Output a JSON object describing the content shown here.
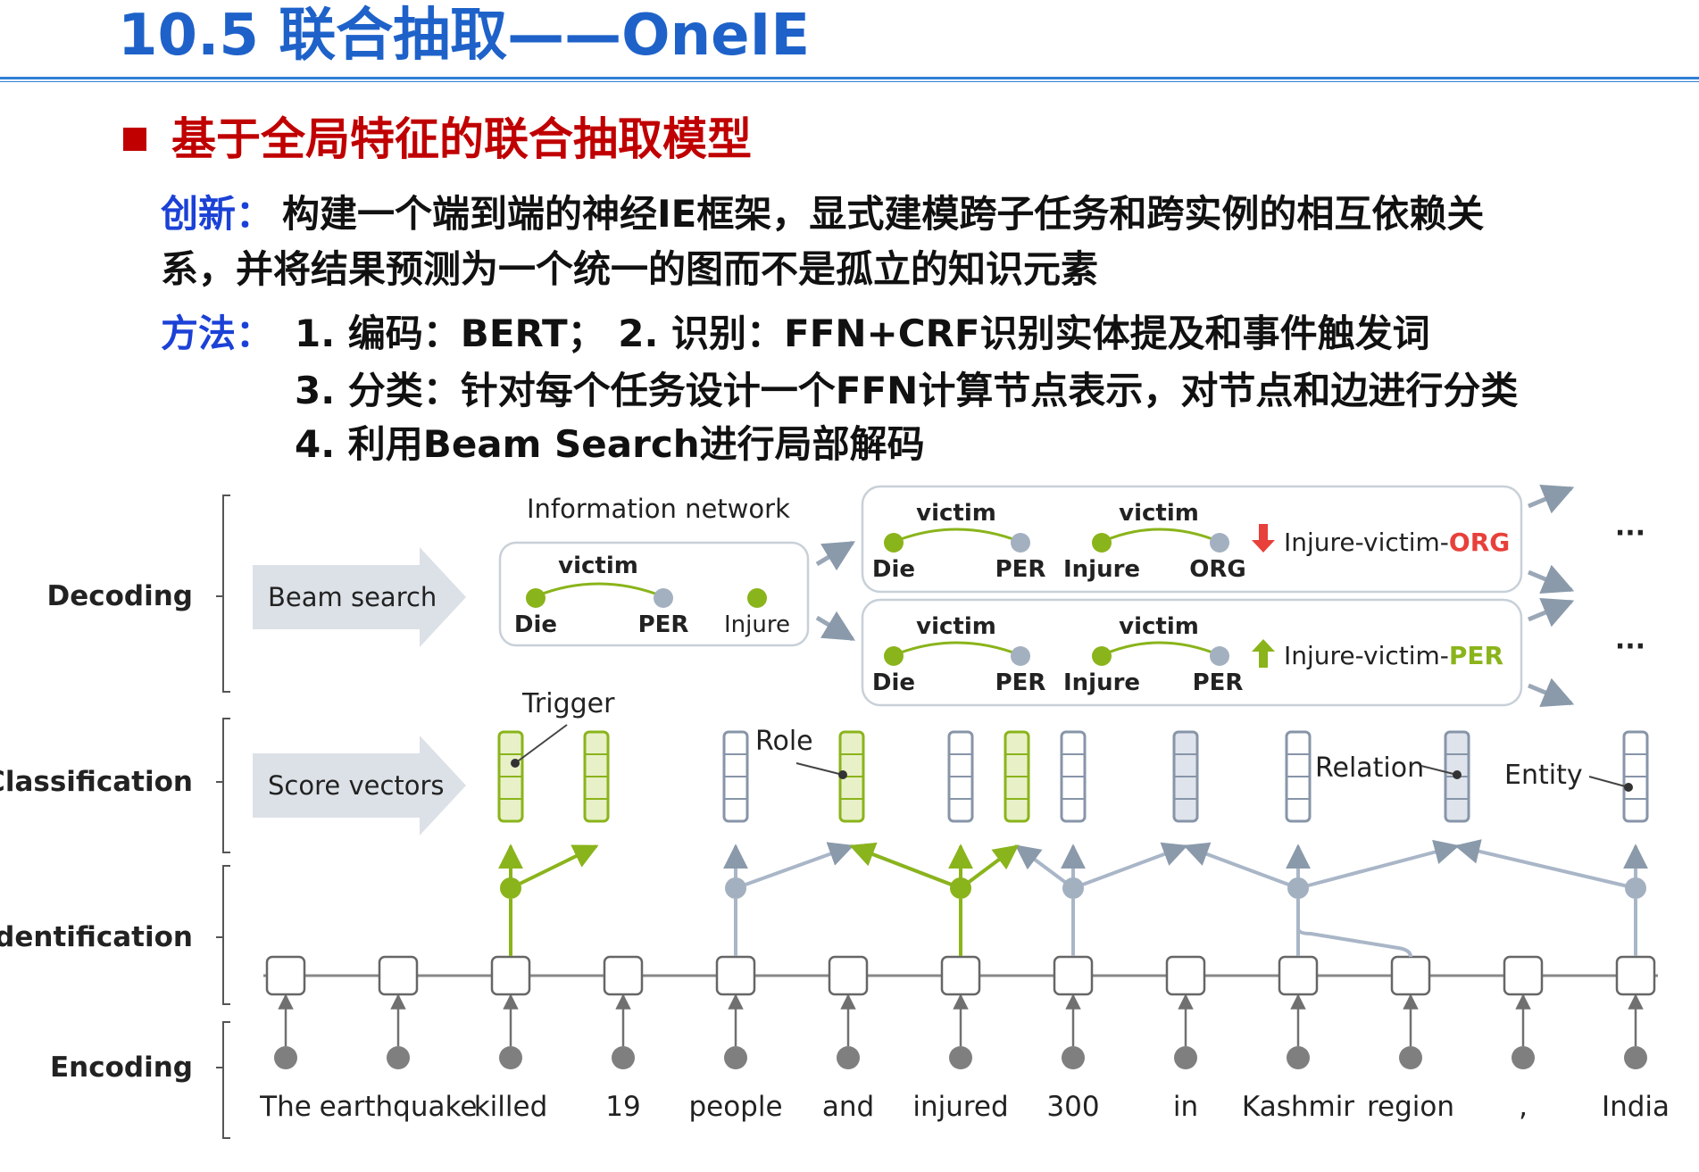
{
  "slide": {
    "title": "10.5 联合抽取——OneIE",
    "bullet": "基于全局特征的联合抽取模型",
    "innovation_label": "创新：",
    "innovation_line1": "构建一个端到端的神经IE框架，显式建模跨子任务和跨实例的相互依赖关",
    "innovation_line2": "系，并将结果预测为一个统一的图而不是孤立的知识元素",
    "method_label": "方法：",
    "method_line1": "1. 编码：BERT；  2. 识别：FFN+CRF识别实体提及和事件触发词",
    "method_line2": "3. 分类：针对每个任务设计一个FFN计算节点表示，对节点和边进行分类",
    "method_line3": "4. 利用Beam Search进行局部解码"
  },
  "diagram": {
    "stages": [
      "Decoding",
      "Classification",
      "Identification",
      "Encoding"
    ],
    "beam_search_label": "Beam search",
    "score_vectors_label": "Score vectors",
    "info_network_title": "Information network",
    "info_network": {
      "edge_label": "victim",
      "nodes": [
        "Die",
        "PER",
        "Injure"
      ]
    },
    "candidates": [
      {
        "edges": [
          "victim",
          "victim"
        ],
        "nodes": [
          "Die",
          "PER",
          "Injure",
          "ORG"
        ],
        "result_prefix": "Injure-victim-",
        "result_type": "ORG",
        "arrow": "down"
      },
      {
        "edges": [
          "victim",
          "victim"
        ],
        "nodes": [
          "Die",
          "PER",
          "Injure",
          "PER"
        ],
        "result_prefix": "Injure-victim-",
        "result_type": "PER",
        "arrow": "up"
      }
    ],
    "ellipsis": "···",
    "callouts": {
      "trigger": "Trigger",
      "role": "Role",
      "relation": "Relation",
      "entity": "Entity"
    },
    "tokens": [
      "The",
      "earthquake",
      "killed",
      "19",
      "people",
      "and",
      "injured",
      "300",
      "in",
      "Kashmir",
      "region",
      ",",
      "India"
    ],
    "colors": {
      "green": "#8ab41b",
      "green_fill": "#e8f0c8",
      "gray_node": "#a3b0c0",
      "gray_line": "#a9b6c7",
      "dark_node": "#7f7f7f",
      "red": "#e8403a",
      "panel_border": "#c8d0d8",
      "arrow_fill": "#dce1e7"
    }
  }
}
